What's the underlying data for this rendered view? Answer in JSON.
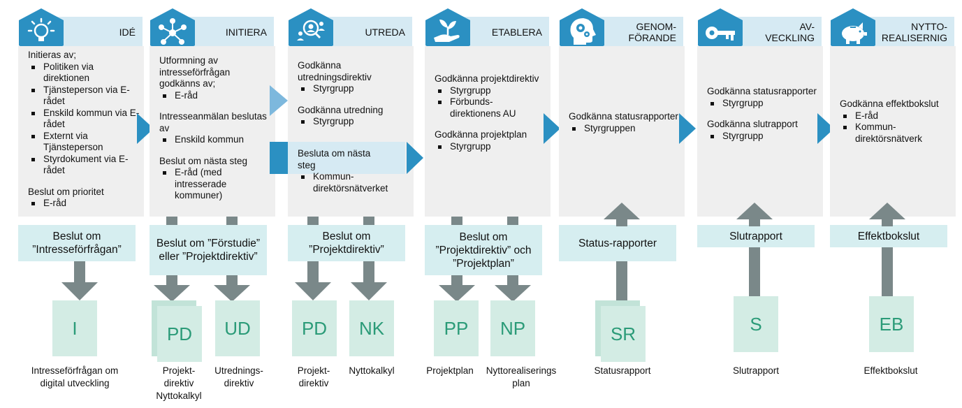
{
  "colors": {
    "hex_fill": "#2b90c2",
    "header_bg": "#d6eaf3",
    "content_bg": "#efefef",
    "decision_bg": "#d6eef0",
    "doc_fill": "#d3ece4",
    "doc_text": "#2b9b78",
    "gray_arrow": "#7a8889",
    "phase_arrow": "#2b90c2"
  },
  "phases": [
    {
      "label": "IDÉ",
      "icon": "lightbulb-icon",
      "groups": [
        {
          "head": "Initieras av;",
          "bullets": [
            "Politiken via direktionen",
            "Tjänsteperson via E-rådet",
            "Enskild kommun via E-rådet",
            "Externt via Tjänsteperson",
            "Styrdokument via E-rådet"
          ]
        },
        {
          "head": "Beslut om prioritet",
          "bullets": [
            "E-råd"
          ]
        }
      ],
      "decision": "Beslut om ”Intresseförfrågan”",
      "docs": [
        {
          "code": "I",
          "caption": "Intresseförfrågan om digital utveckling"
        }
      ]
    },
    {
      "label": "INITIERA",
      "icon": "network-icon",
      "groups": [
        {
          "head": "Utformning av intresseförfrågan godkänns av;",
          "bullets": [
            "E-råd"
          ]
        },
        {
          "head": "Intresseanmälan beslutas av",
          "bullets": [
            "Enskild kommun"
          ]
        },
        {
          "head": "Beslut om nästa steg",
          "bullets": [
            "E-råd (med intresserade kommuner)"
          ]
        }
      ],
      "decision": "Beslut om ”Förstudie” eller ”Projektdirektiv”",
      "docs": [
        {
          "code": "PD",
          "caption": "Projekt-direktiv Nyttokalkyl"
        },
        {
          "code": "UD",
          "caption": "Utrednings-direktiv"
        }
      ]
    },
    {
      "label": "UTREDA",
      "icon": "magnifier-people-icon",
      "groups": [
        {
          "head": "Godkänna utredningsdirektiv",
          "bullets": [
            "Styrgrupp"
          ]
        },
        {
          "head": "Godkänna utredning",
          "bullets": [
            "Styrgrupp"
          ]
        },
        {
          "head": "Besluta om nästa steg",
          "bullets": [
            "Kommun-direktörsnätverket"
          ]
        }
      ],
      "decision": "Beslut om ”Projektdirektiv”",
      "docs": [
        {
          "code": "PD",
          "caption": "Projekt-direktiv"
        },
        {
          "code": "NK",
          "caption": "Nyttokalkyl"
        }
      ]
    },
    {
      "label": "ETABLERA",
      "icon": "plant-hand-icon",
      "groups": [
        {
          "head": "Godkänna projektdirektiv",
          "bullets": [
            "Styrgrupp",
            "Förbunds-direktionens AU"
          ]
        },
        {
          "head": "Godkänna projektplan",
          "bullets": [
            "Styrgrupp"
          ]
        }
      ],
      "decision": "Beslut om ”Projektdirektiv” och ”Projektplan”",
      "docs": [
        {
          "code": "PP",
          "caption": "Projektplan"
        },
        {
          "code": "NP",
          "caption": "Nyttorealiserings plan"
        }
      ]
    },
    {
      "label": "GENOM-FÖRANDE",
      "icon": "head-gears-icon",
      "groups": [
        {
          "head": "Godkänna statusrapporter",
          "bullets": [
            "Styrgruppen"
          ]
        }
      ],
      "decision": "Status-rapporter",
      "docs": [
        {
          "code": "SR",
          "caption": "Statusrapport"
        }
      ]
    },
    {
      "label": "AV-VECKLING",
      "icon": "key-icon",
      "groups": [
        {
          "head": "Godkänna statusrapporter",
          "bullets": [
            "Styrgrupp"
          ]
        },
        {
          "head": "Godkänna slutrapport",
          "bullets": [
            "Styrgrupp"
          ]
        }
      ],
      "decision": "Slutrapport",
      "docs": [
        {
          "code": "S",
          "caption": "Slutrapport"
        }
      ]
    },
    {
      "label": "NYTTO-REALISERNIG",
      "icon": "piggy-bank-icon",
      "groups": [
        {
          "head": "Godkänna effektbokslut",
          "bullets": [
            "E-råd",
            "Kommun-direktörsnätverk"
          ]
        }
      ],
      "decision": "Effektbokslut",
      "docs": [
        {
          "code": "EB",
          "caption": "Effektbokslut"
        }
      ]
    }
  ]
}
